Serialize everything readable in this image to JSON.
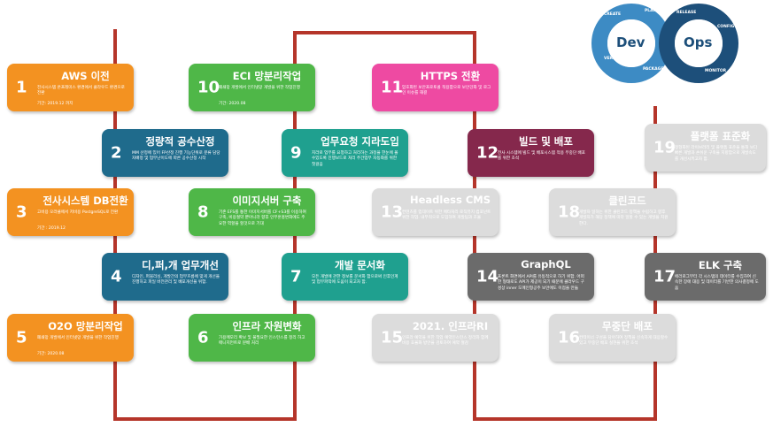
{
  "logo": {
    "left_word": "Dev",
    "right_word": "Ops",
    "ring_words": [
      "CREATE",
      "PLAN",
      "RELEASE",
      "CONFIGURE",
      "MONITOR",
      "PACKAGE",
      "VERIFY"
    ],
    "colors": {
      "dev": "#3d8bc4",
      "ops": "#1d4f7a"
    }
  },
  "line_color": "#b5352a",
  "cards": [
    {
      "num": "1",
      "title": "AWS 이전",
      "color": "orange",
      "desc": "전사시스템 온프레미스 환경에서 클라우드 환경으로 전환",
      "date": "기간: 2019.12 까지"
    },
    {
      "num": "2",
      "title": "정량적 공수산정",
      "color": "blue",
      "desc": "MM 산정에 있어 FP산정 진행 기능단위로 분류 담당자배정 및 업무난이도에 따른 공수산정 시작",
      "date": ""
    },
    {
      "num": "3",
      "title": "전사시스템 DB전환",
      "color": "orange",
      "desc": "고비용 오라클에서 저비용 PostgreSQL로 전환",
      "date": "기간 : 2019.12"
    },
    {
      "num": "4",
      "title": "디,퍼,개 업무개선",
      "color": "blue",
      "desc": "디자인, 퍼블리싱, 개발간의 업무흐름에 맞게 개선을 진행하고 파일 버전관리 및 배포개선을 위함.",
      "date": ""
    },
    {
      "num": "5",
      "title": "O2O 망분리작업",
      "color": "orange",
      "desc": "폐쇄망 개발에서 인터넷망 개발을 위한 작업진행",
      "date": "기간: 2020.08"
    },
    {
      "num": "6",
      "title": "인프라 자원변화",
      "color": "green",
      "desc": "가용메모리 확보 및 불필요한 인스턴스를 정리 하고 매니지먼트로 분배 처리",
      "date": ""
    },
    {
      "num": "7",
      "title": "개발 문서화",
      "color": "teal",
      "desc": "모든 개발에 관한 정보를 문서화 함으로써 인후인계 및 업무파악에 도움이 되고자 함.",
      "date": ""
    },
    {
      "num": "8",
      "title": "이미지서버 구축",
      "color": "green",
      "desc": "기존 EFS를 통한 이미지서버를 CF+S3를 이용하여 구축, 비용절약 뿐아니라 향후 인무혼홍변화에도 주요한 역할을 할것으로 기대",
      "date": ""
    },
    {
      "num": "9",
      "title": "업무요청 지라도입",
      "color": "teal",
      "desc": "지라로 업무를 요청하고 처리하는 과정을 한눈에 볼수있도록 진행보드로 처리 주간업무 자동화를 위한 첫걸음",
      "date": ""
    },
    {
      "num": "10",
      "title": "ECI 망분리작업",
      "color": "green",
      "desc": "폐쇄망 개발에서 인터넷망 개발을 위한 작업진행",
      "date": "기간: 2020.08"
    },
    {
      "num": "11",
      "title": "HTTPS 전환",
      "color": "pink",
      "desc": "암호화된 보안프로토콜 적용함으로 보안강화 및 로그인 이슈를 해결",
      "date": ""
    },
    {
      "num": "12",
      "title": "빌드 및 배포",
      "color": "maroon",
      "desc": "전사 시스템에 빌드 및 배포시스템 적용 무중단 배포를 위한 초석",
      "date": ""
    },
    {
      "num": "13",
      "title": "Headless CMS",
      "color": "gray",
      "desc": "컨텐츠를 업데이트 위한 메타처리 로직뮤지 컴포넌트 위한 작업. 내부적으로 도입하여 개발팀과 조율",
      "date": ""
    },
    {
      "num": "14",
      "title": "GraphQL",
      "color": "dgray",
      "desc": "프론트 화면에서 API를 유동적으로 하기 위함. 어떠한 형태로도 API가 제공이 되기 때문에 클라우드 구성상 inner 도메인형공주 보안에도 이점을 만듦",
      "date": ""
    },
    {
      "num": "15",
      "title": "2021. 인프라RI",
      "color": "gray",
      "desc": "인프라 예약을 위한 작업 예약인스턴스 정리와 함께 비용 효율화 방안을 검토하여 예약 절감",
      "date": ""
    },
    {
      "num": "16",
      "title": "무중단 배포",
      "color": "gray",
      "desc": "컨테이너 구성을 담아하여 정책을 신속하게 대응할수 있고 무중단 배포 실현을 위한 초석",
      "date": ""
    },
    {
      "num": "17",
      "title": "ELK 구축",
      "color": "dgray",
      "desc": "에러로그부터 각 시스템의 데이터를 수집하여 신속한 장애 대응 및 데이터를 기반한 의사결정에 도움",
      "date": ""
    },
    {
      "num": "18",
      "title": "클린코드",
      "color": "gray",
      "desc": "개발자 일하는 위한 클린코드 정책을 수립하고 향후 개발자가 해당 정책에 따라 일할 수 있는 개발을 지원한다.",
      "date": ""
    },
    {
      "num": "19",
      "title": "플랫폼 표준화",
      "color": "gray",
      "desc": "정형화된 라이브러리 및 플랫폼 표준을 통해 보다 빠른 개발과 손쉬운 구축을 지향함으로 개발속도를 개선시키고자 함.",
      "date": ""
    }
  ]
}
